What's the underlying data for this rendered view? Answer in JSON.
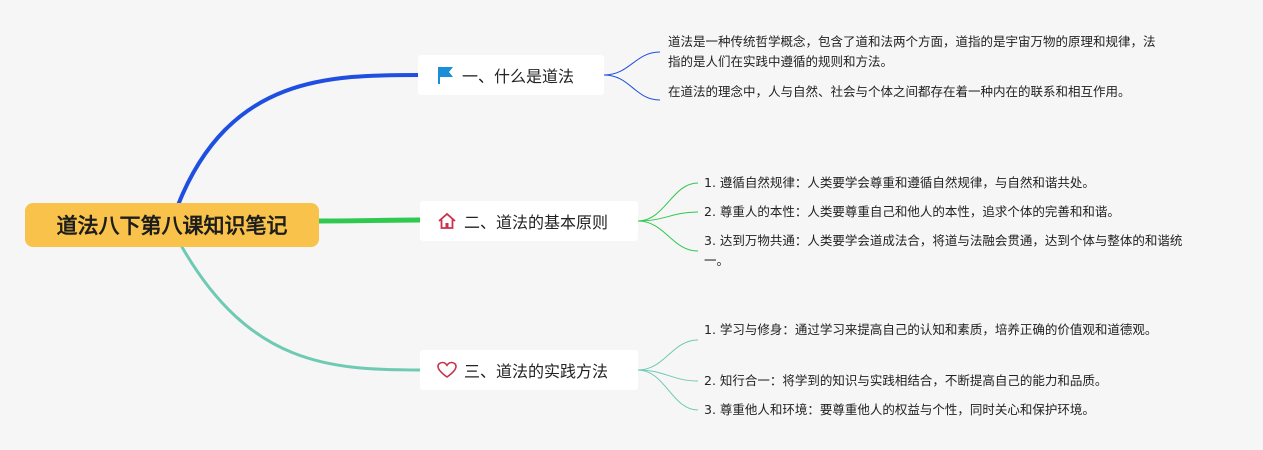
{
  "mindmap": {
    "root": {
      "label": "道法八下第八课知识笔记",
      "color": "#f9c24a"
    },
    "branches": [
      {
        "label": "一、什么是道法",
        "icon": "flag-icon",
        "color": "#1f4fe0",
        "items": [
          "道法是一种传统哲学概念，包含了道和法两个方面，道指的是宇宙万物的原理和规律，法指的是人们在实践中遵循的规则和方法。",
          "在道法的理念中，人与自然、社会与个体之间都存在着一种内在的联系和相互作用。"
        ]
      },
      {
        "label": "二、道法的基本原则",
        "icon": "home-icon",
        "color": "#2ec94e",
        "items": [
          "1. 遵循自然规律：人类要学会尊重和遵循自然规律，与自然和谐共处。",
          "2. 尊重人的本性：人类要尊重自己和他人的本性，追求个体的完善和和谐。",
          "3. 达到万物共通：人类要学会道成法合，将道与法融会贯通，达到个体与整体的和谐统一。"
        ]
      },
      {
        "label": "三、道法的实践方法",
        "icon": "heart-icon",
        "color": "#6fcab3",
        "items": [
          "1. 学习与修身：通过学习来提高自己的认知和素质，培养正确的价值观和道德观。",
          "2. 知行合一：将学到的知识与实践相结合，不断提高自己的能力和品质。",
          "3. 尊重他人和环境：要尊重他人的权益与个性，同时关心和保护环境。"
        ]
      }
    ]
  }
}
